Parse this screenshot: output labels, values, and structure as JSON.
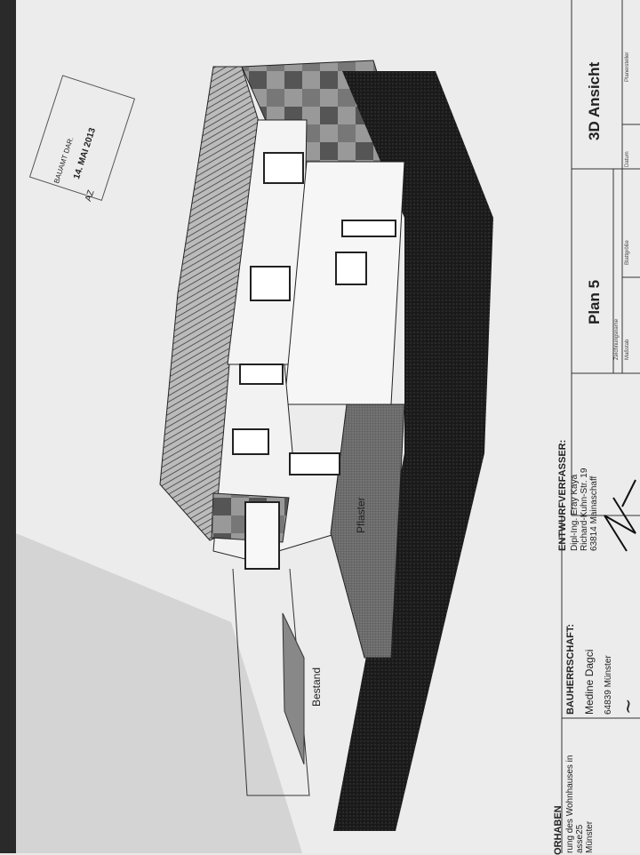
{
  "stamp": {
    "office": "BAUAMT DAR.",
    "date": "14. MAI 2013",
    "az": "AZ"
  },
  "drawing": {
    "label_pflaster": "Pflaster",
    "label_bestand": "Bestand"
  },
  "title_block": {
    "designer_heading": "ENTWURFVERFASSER:",
    "designer_name": "Dipl-Ing. Eray Kaya",
    "designer_street": "Richard-Kuhn-Str. 19",
    "designer_city": "63814 Mainaschaff",
    "plan_number": "Plan 5",
    "drawing_name_label": "Zeichnungsname",
    "drawing_name": "3D Ansicht",
    "scale_label": "Maßstab",
    "sheet_size_label": "Blattgröße",
    "date_label": "Datum",
    "author_label": "Planersteller",
    "client_heading": "BAUHERRSCHAFT:",
    "client_name": "Medine Dagci",
    "client_city": "64839 Münster",
    "project_heading": "ORHABEN",
    "project_line1": "rung des Wohnhauses in",
    "project_line2": "asse25",
    "project_line3": "Münster"
  },
  "colors": {
    "paper": "#e9e9e9",
    "ink": "#222222",
    "dark_band": "#1a1a1a"
  }
}
